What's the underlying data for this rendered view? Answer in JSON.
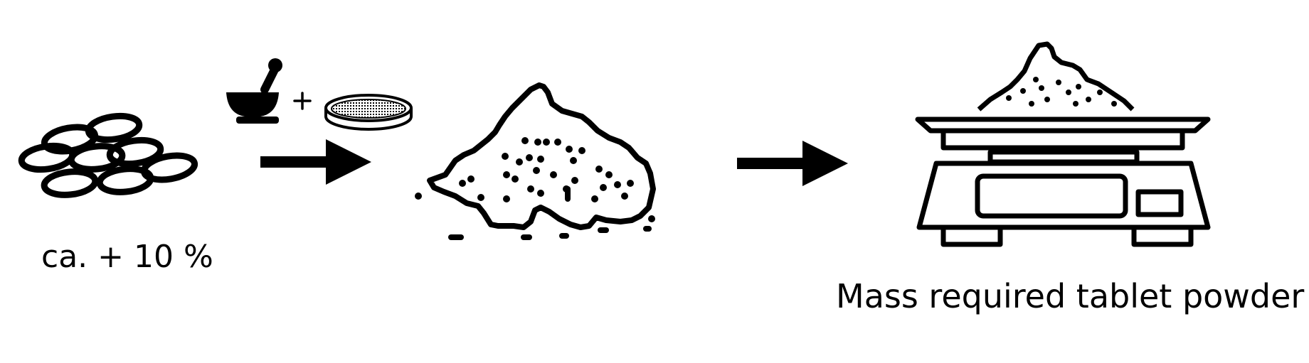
{
  "diagram": {
    "steps": [
      {
        "id": "tablets",
        "label": "ca. + 10 %",
        "icon": "tablets-icon"
      },
      {
        "id": "grind-and-sieve",
        "operator": "+",
        "icons": [
          "mortar-pestle-icon",
          "sieve-icon"
        ],
        "arrow": "right-arrow-icon"
      },
      {
        "id": "powder",
        "icon": "powder-pile-icon"
      },
      {
        "id": "weigh",
        "arrow": "right-arrow-icon"
      },
      {
        "id": "scale",
        "label": "Mass required tablet powder",
        "icon": "scale-with-powder-icon"
      }
    ],
    "colors": {
      "stroke": "#000000",
      "background": "#ffffff"
    }
  }
}
